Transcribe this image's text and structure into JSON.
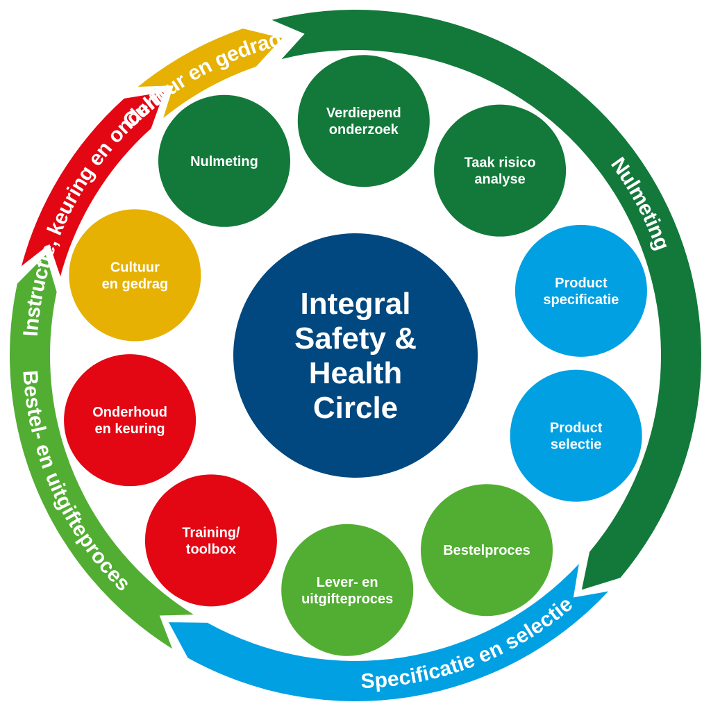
{
  "center": {
    "lines": [
      "Integral",
      "Safety &",
      "Health",
      "Circle"
    ],
    "color": "#00487f"
  },
  "colors": {
    "dark_green": "#12793a",
    "blue": "#00a0e3",
    "light_green": "#52ae32",
    "red": "#e30613",
    "yellow": "#e6b102"
  },
  "phases": [
    {
      "label": "Nulmeting",
      "color": "#12793a"
    },
    {
      "label": "Specificatie en selectie",
      "color": "#00a0e3"
    },
    {
      "label": "Bestel- en uitgifteproces",
      "color": "#52ae32"
    },
    {
      "label": "Instructie, keuring en onderhoud",
      "color": "#e30613"
    },
    {
      "label": "Cultuur en gedrag",
      "color": "#e6b102"
    }
  ],
  "nodes": [
    {
      "lines": [
        "Nulmeting"
      ],
      "color": "#12793a"
    },
    {
      "lines": [
        "Verdiepend",
        "onderzoek"
      ],
      "color": "#12793a"
    },
    {
      "lines": [
        "Taak risico",
        "analyse"
      ],
      "color": "#12793a"
    },
    {
      "lines": [
        "Product",
        "specificatie"
      ],
      "color": "#00a0e3"
    },
    {
      "lines": [
        "Product",
        "selectie"
      ],
      "color": "#00a0e3"
    },
    {
      "lines": [
        "Bestelproces"
      ],
      "color": "#52ae32"
    },
    {
      "lines": [
        "Lever- en",
        "uitgifteproces"
      ],
      "color": "#52ae32"
    },
    {
      "lines": [
        "Training/",
        "toolbox"
      ],
      "color": "#e30613"
    },
    {
      "lines": [
        "Onderhoud",
        "en keuring"
      ],
      "color": "#e30613"
    },
    {
      "lines": [
        "Cultuur",
        "en gedrag"
      ],
      "color": "#e6b102"
    }
  ]
}
